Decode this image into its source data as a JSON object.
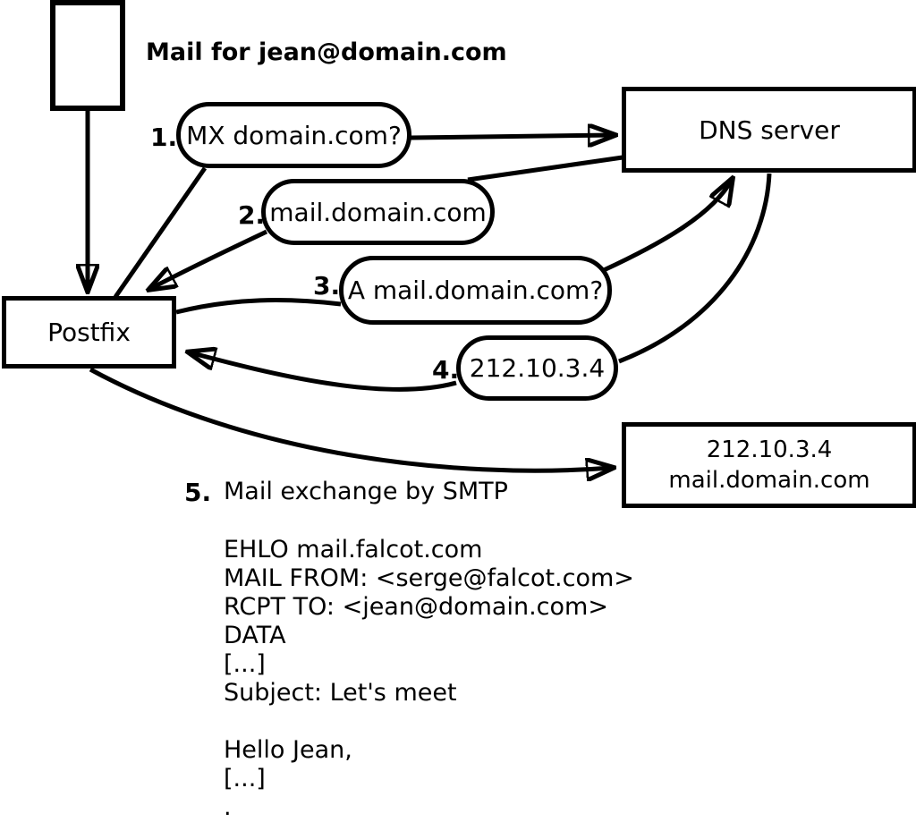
{
  "title": "Mail for jean@domain.com",
  "colors": {
    "ink": "#000000",
    "background": "#ffffff"
  },
  "nodes": {
    "postfix": {
      "label": "Postfix"
    },
    "dns_server": {
      "label": "DNS server"
    },
    "mail_server": {
      "line1": "212.10.3.4",
      "line2": "mail.domain.com"
    }
  },
  "steps": [
    {
      "num": "1.",
      "label": "MX domain.com?"
    },
    {
      "num": "2.",
      "label": "mail.domain.com"
    },
    {
      "num": "3.",
      "label": "A mail.domain.com?"
    },
    {
      "num": "4.",
      "label": "212.10.3.4"
    },
    {
      "num": "5.",
      "label": "Mail exchange by SMTP"
    }
  ],
  "smtp_session": [
    "EHLO mail.falcot.com",
    "MAIL FROM: <serge@falcot.com>",
    "RCPT TO: <jean@domain.com>",
    "DATA",
    "[...]",
    "Subject: Let's meet",
    "",
    "Hello Jean,",
    "[...]",
    "."
  ]
}
